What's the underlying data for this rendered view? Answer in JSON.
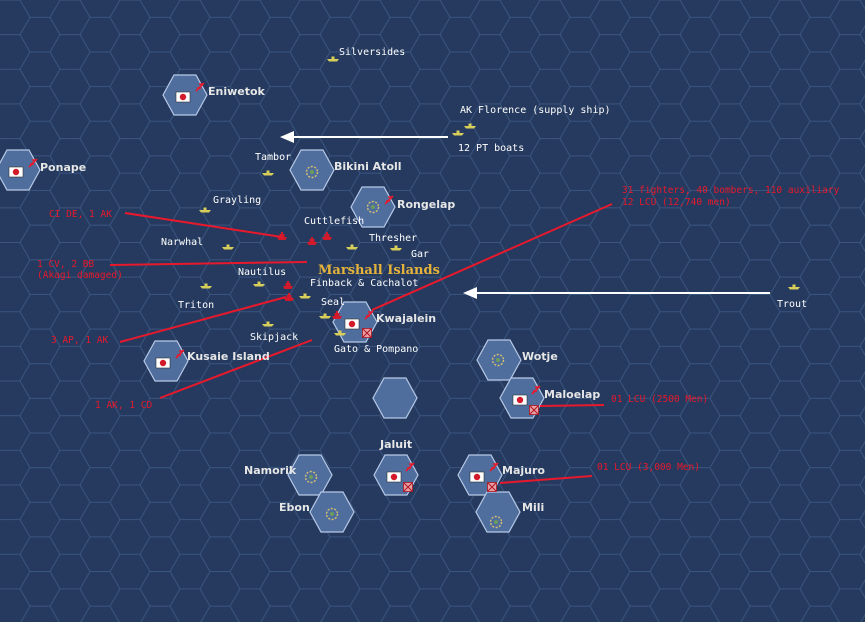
{
  "map": {
    "title": "Marshall Islands",
    "colors": {
      "ocean": "#253a5e",
      "grid": "#3b5580",
      "land_hex": "#4f6e9e",
      "land_edge": "#b7c9e6",
      "enemy": "#e8192c",
      "friendly_arrow": "#ffffff",
      "title": "#e5b33a"
    }
  },
  "bases": [
    {
      "id": "eniwetok",
      "name": "Eniwetok",
      "icon": "rising-sun-flag"
    },
    {
      "id": "ponape",
      "name": "Ponape",
      "icon": "rising-sun-flag"
    },
    {
      "id": "bikini",
      "name": "Bikini Atoll",
      "icon": "atoll"
    },
    {
      "id": "rongelap",
      "name": "Rongelap",
      "icon": "atoll"
    },
    {
      "id": "kwajalein",
      "name": "Kwajalein",
      "icon": "rising-sun-flag"
    },
    {
      "id": "kusaie",
      "name": "Kusaie Island",
      "icon": "rising-sun-flag"
    },
    {
      "id": "wotje",
      "name": "Wotje",
      "icon": "atoll"
    },
    {
      "id": "maloelap",
      "name": "Maloelap",
      "icon": "rising-sun-flag"
    },
    {
      "id": "jaluit",
      "name": "Jaluit",
      "icon": "rising-sun-flag"
    },
    {
      "id": "majuro",
      "name": "Majuro",
      "icon": "rising-sun-flag"
    },
    {
      "id": "namorik",
      "name": "Namorik",
      "icon": "atoll"
    },
    {
      "id": "ebon",
      "name": "Ebon",
      "icon": "atoll"
    },
    {
      "id": "mili",
      "name": "Mili",
      "icon": "atoll"
    }
  ],
  "units": [
    {
      "id": "silversides",
      "label": "Silversides"
    },
    {
      "id": "ak_florence",
      "label": "AK Florence (supply ship)"
    },
    {
      "id": "pt_boats",
      "label": "12 PT boats"
    },
    {
      "id": "tambor",
      "label": "Tambor"
    },
    {
      "id": "grayling",
      "label": "Grayling"
    },
    {
      "id": "cuttlefish",
      "label": "Cuttlefish"
    },
    {
      "id": "narwhal",
      "label": "Narwhal"
    },
    {
      "id": "thresher",
      "label": "Thresher"
    },
    {
      "id": "gar",
      "label": "Gar"
    },
    {
      "id": "nautilus",
      "label": "Nautilus"
    },
    {
      "id": "finback",
      "label": "Finback & Cachalot"
    },
    {
      "id": "triton",
      "label": "Triton"
    },
    {
      "id": "seal",
      "label": "Seal"
    },
    {
      "id": "skipjack",
      "label": "Skipjack"
    },
    {
      "id": "gato",
      "label": "Gato & Pompano"
    },
    {
      "id": "trout",
      "label": "Trout"
    }
  ],
  "annotations": [
    {
      "id": "ann_dd",
      "lines": [
        "CI DE, 1 AK"
      ]
    },
    {
      "id": "ann_cv",
      "lines": [
        "1 CV, 2 BB",
        "(Akagi damaged)"
      ]
    },
    {
      "id": "ann_ap",
      "lines": [
        "3 AP, 1 AK"
      ]
    },
    {
      "id": "ann_ak",
      "lines": [
        "1 AK, 1 CD"
      ]
    },
    {
      "id": "ann_air",
      "lines": [
        "31 fighters, 40 bombers, 110 auxiliary",
        "12 LCU (12,740 men)"
      ]
    },
    {
      "id": "ann_maloelap",
      "lines": [
        "01 LCU (2500 Men)"
      ]
    },
    {
      "id": "ann_majuro",
      "lines": [
        "01 LCU (3,000 Men)"
      ]
    }
  ]
}
